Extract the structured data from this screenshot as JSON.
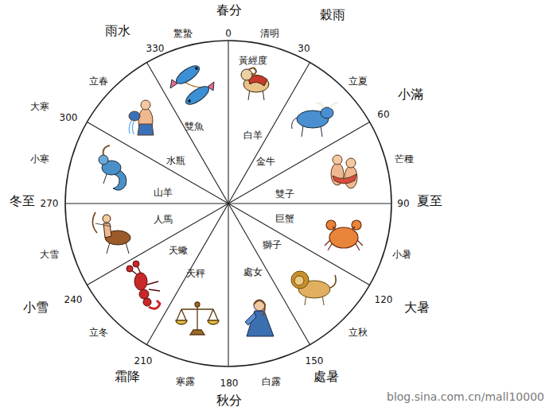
{
  "diagram": {
    "labels": [
      "春分",
      "穀雨",
      "雨水",
      "驚蟄",
      "0",
      "清明",
      "330",
      "30",
      "黃經度",
      "立春",
      "立夏",
      "小滿",
      "大寒",
      "300",
      "60",
      "雙魚",
      "白羊",
      "小寒",
      "芒種",
      "水瓶",
      "金牛",
      "山羊",
      "雙子",
      "冬至",
      "270",
      "90",
      "夏至",
      "人馬",
      "巨蟹",
      "獅子",
      "天蠍",
      "大雪",
      "小暑",
      "處女",
      "天秤",
      "240",
      "120",
      "小雪",
      "大暑",
      "立冬",
      "立秋",
      "210",
      "150",
      "霜降",
      "處暑",
      "寒露",
      "180",
      "白露",
      "秋分",
      "blog.sina.com.cn/mall10000"
    ]
  }
}
